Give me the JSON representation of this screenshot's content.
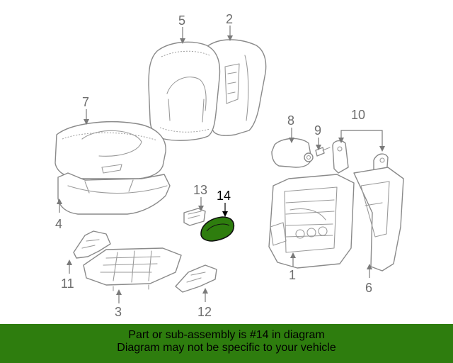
{
  "diagram": {
    "callouts": [
      {
        "label": "1"
      },
      {
        "label": "2"
      },
      {
        "label": "3"
      },
      {
        "label": "4"
      },
      {
        "label": "5"
      },
      {
        "label": "6"
      },
      {
        "label": "7"
      },
      {
        "label": "8"
      },
      {
        "label": "9"
      },
      {
        "label": "10"
      },
      {
        "label": "11"
      },
      {
        "label": "12"
      },
      {
        "label": "13"
      },
      {
        "label": "14"
      }
    ],
    "highlighted_part": "14",
    "highlight_color": "#2e7d0e",
    "banner_color": "#2e7d0e"
  },
  "banner": {
    "line1": "Part or sub-assembly is #14 in diagram",
    "line2": "Diagram may not be specific to your vehicle"
  }
}
